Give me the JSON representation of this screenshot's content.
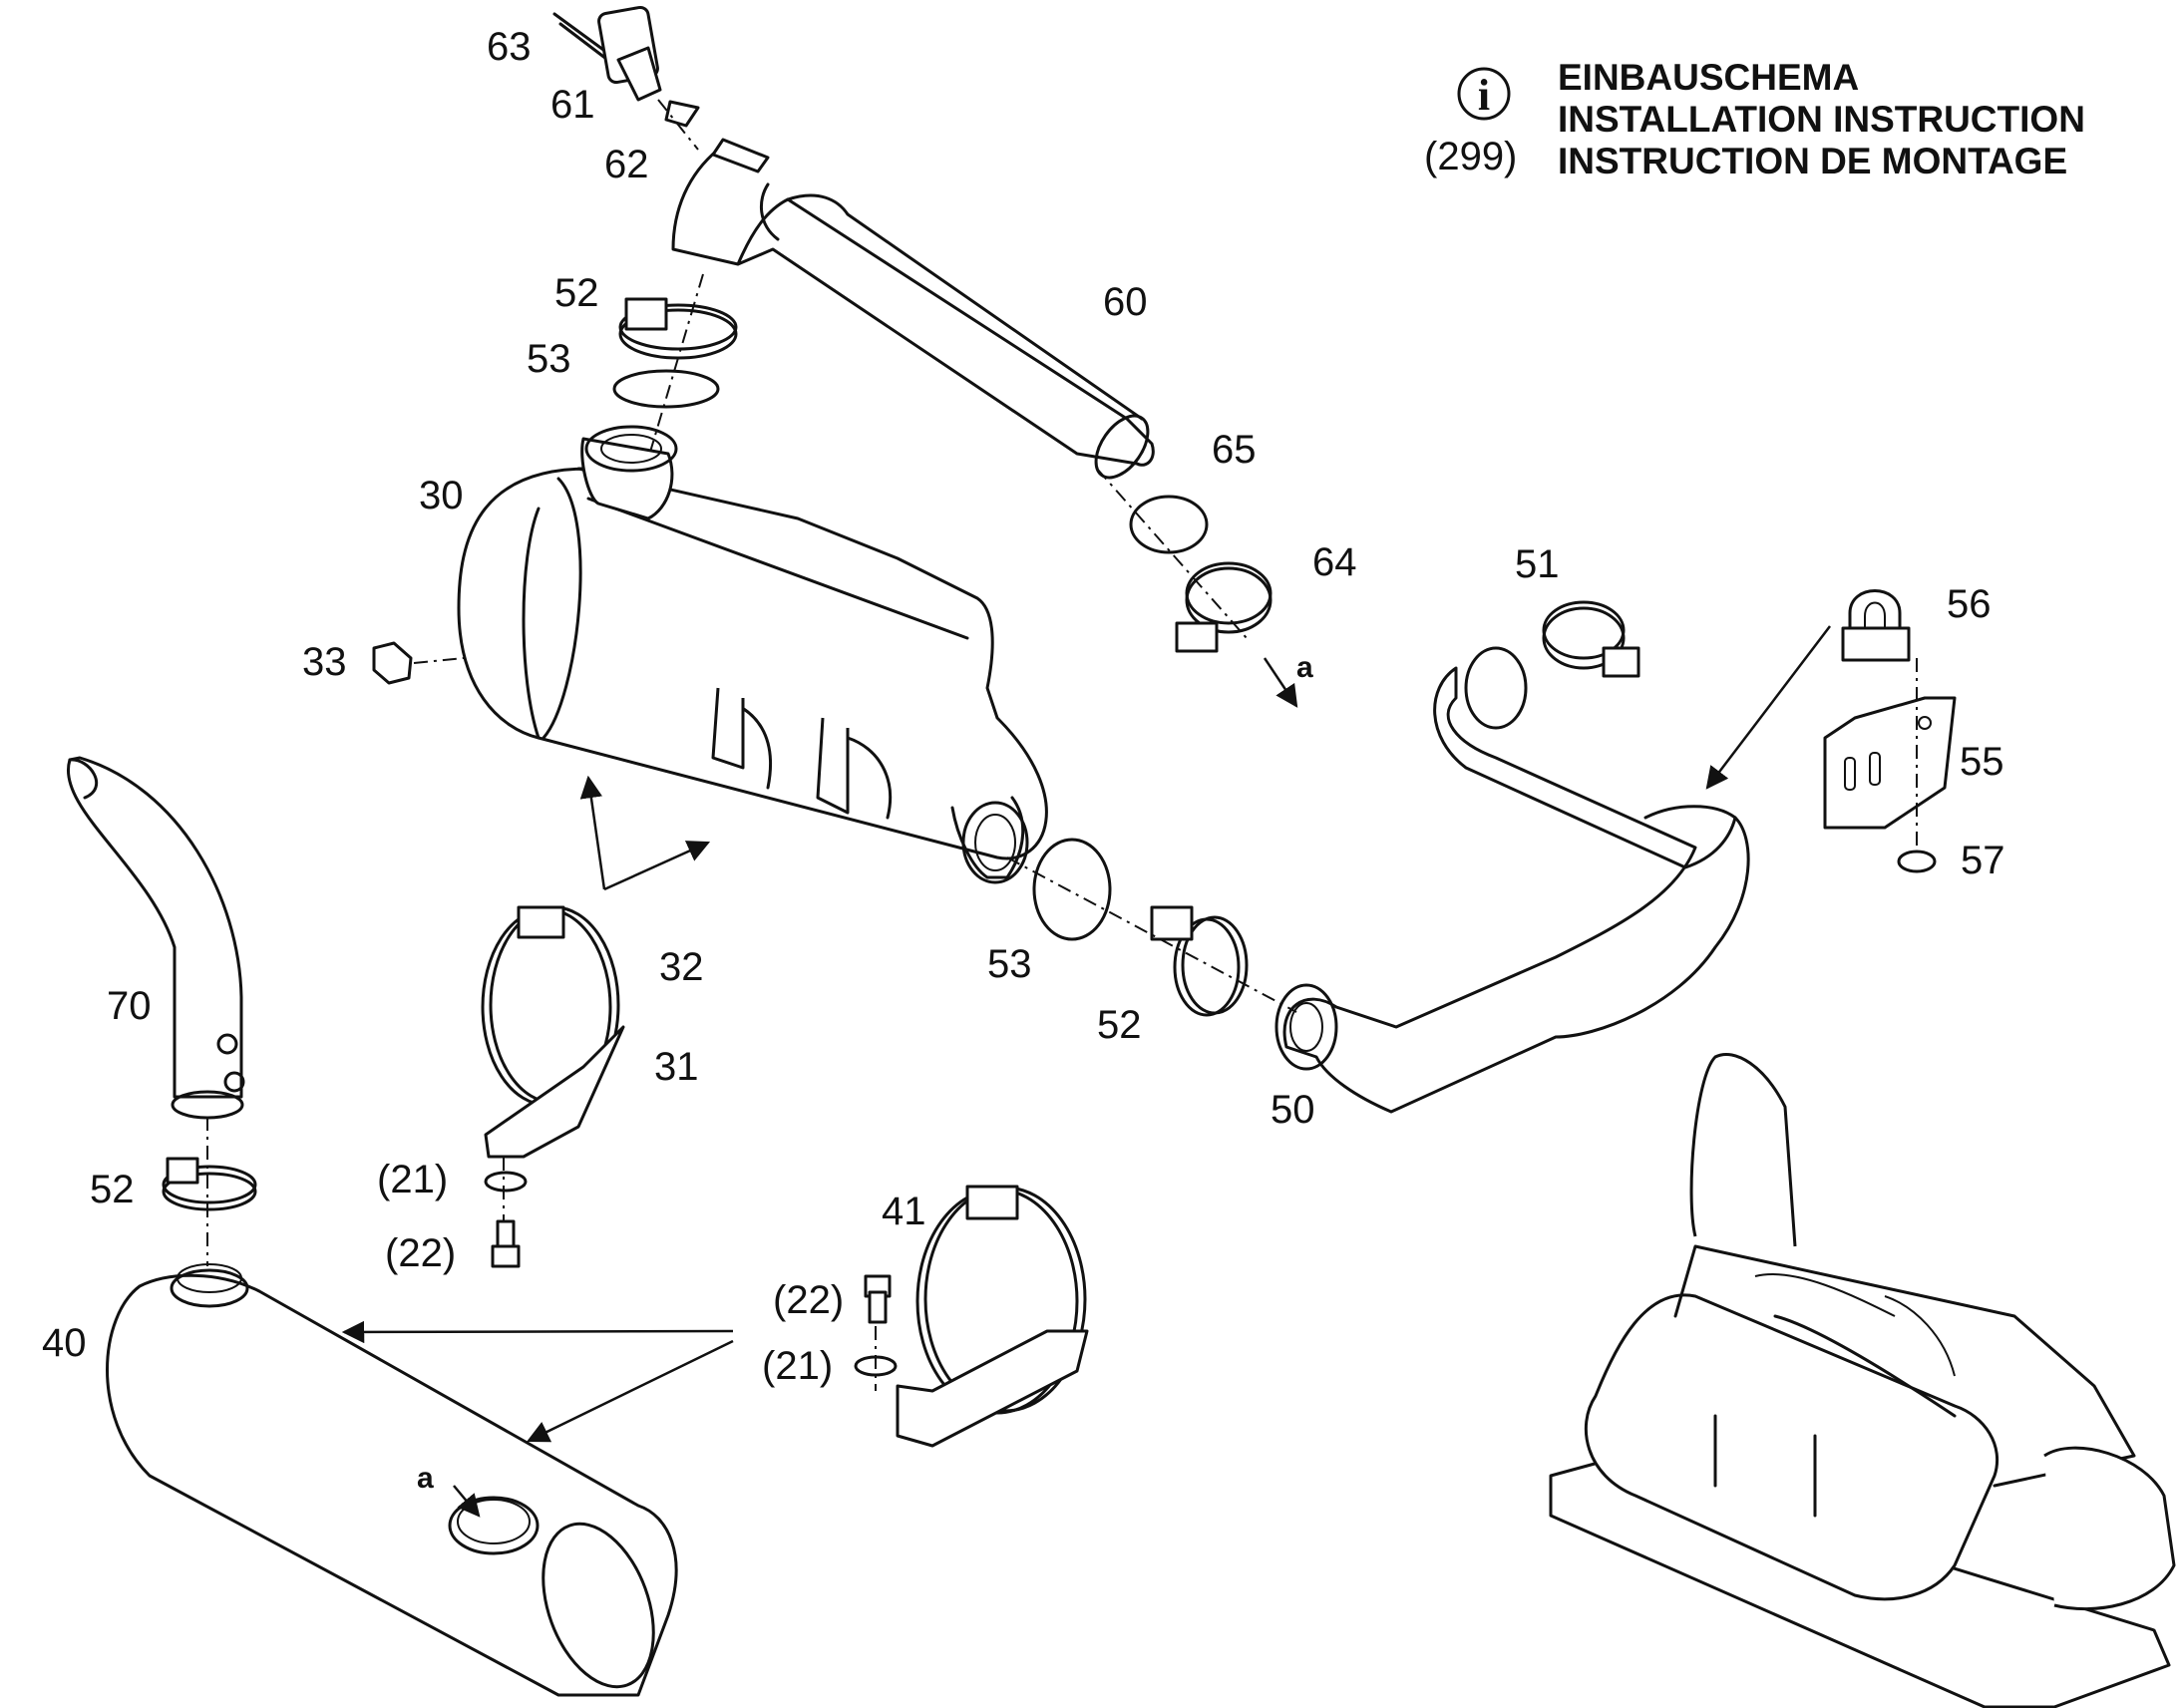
{
  "header": {
    "info_symbol": "i",
    "reference": "(299)",
    "lines": [
      "EINBAUSCHEMA",
      "INSTALLATION INSTRUCTION",
      "INSTRUCTION DE MONTAGE"
    ]
  },
  "parts": {
    "p63": "63",
    "p61": "61",
    "p62": "62",
    "p60": "60",
    "p52a": "52",
    "p53a": "53",
    "p30": "30",
    "p65": "65",
    "p64": "64",
    "p33": "33",
    "p51": "51",
    "p56": "56",
    "p55": "55",
    "p57": "57",
    "p32": "32",
    "p31": "31",
    "p53b": "53",
    "p52b": "52",
    "p50": "50",
    "p70": "70",
    "p21a": "(21)",
    "p22a": "(22)",
    "p52c": "52",
    "p41": "41",
    "p22b": "(22)",
    "p21b": "(21)",
    "p40": "40"
  },
  "markers": {
    "a1": "a",
    "a2": "a"
  }
}
